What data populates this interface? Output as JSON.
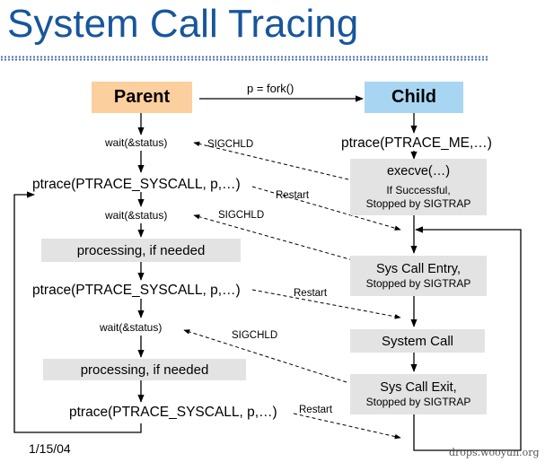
{
  "title": "System Call Tracing",
  "parent_label": "Parent",
  "child_label": "Child",
  "fork_label": "p = fork()",
  "ptrace_me": "ptrace(PTRACE_ME,…)",
  "execve": "execve(…)",
  "if_successful": "If Successful,",
  "stopped_sigtrap": "Stopped by SIGTRAP",
  "wait1": "wait(&status)",
  "wait2": "wait(&status)",
  "wait3": "wait(&status)",
  "sigchld1": "SIGCHLD",
  "sigchld2": "SIGCHLD",
  "sigchld3": "SIGCHLD",
  "ptrace_syscall1": "ptrace(PTRACE_SYSCALL, p,…)",
  "ptrace_syscall2": "ptrace(PTRACE_SYSCALL, p,…)",
  "ptrace_syscall3": "ptrace(PTRACE_SYSCALL, p,…)",
  "restart1": "Restart",
  "restart2": "Restart",
  "restart3": "Restart",
  "processing1": "processing, if needed",
  "processing2": "processing, if needed",
  "syscall_entry": "Sys Call Entry,",
  "syscall_entry_stop": "Stopped by SIGTRAP",
  "system_call": "System Call",
  "syscall_exit": "Sys Call Exit,",
  "syscall_exit_stop": "Stopped by SIGTRAP",
  "date": "1/15/04",
  "watermark": "drops.wooyun.org",
  "colors": {
    "title": "#17569c",
    "parent_box": "#fccf9e",
    "child_box": "#a8d6f2",
    "gray_box": "#e3e3e3"
  }
}
